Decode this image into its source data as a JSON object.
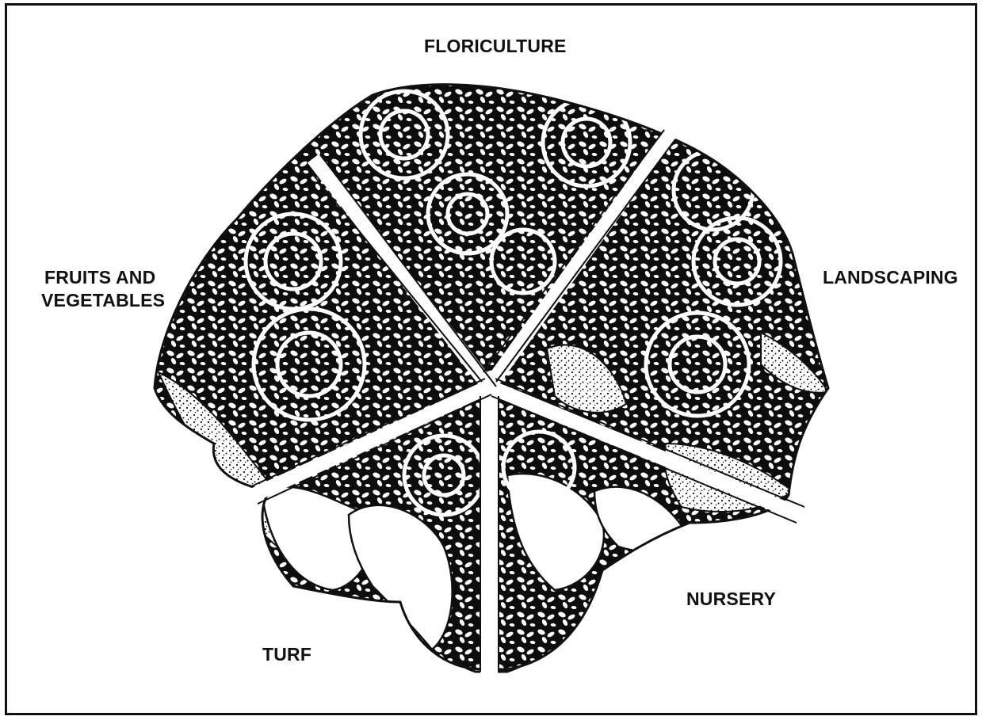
{
  "diagram": {
    "segments": [
      {
        "id": "floriculture",
        "lines": [
          "FLORICULTURE"
        ]
      },
      {
        "id": "landscaping",
        "lines": [
          "LANDSCAPING"
        ]
      },
      {
        "id": "nursery",
        "lines": [
          "NURSERY"
        ]
      },
      {
        "id": "turf",
        "lines": [
          "TURF"
        ]
      },
      {
        "id": "fruits-vegetables",
        "lines": [
          "FRUITS AND",
          "VEGETABLES"
        ]
      }
    ]
  }
}
